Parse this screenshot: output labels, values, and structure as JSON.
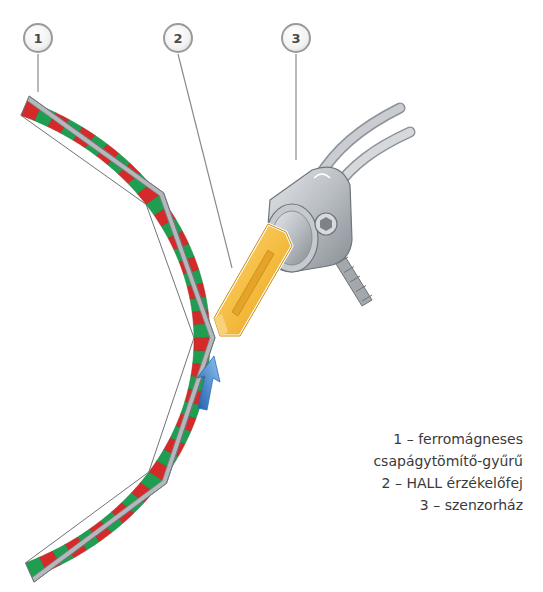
{
  "diagram": {
    "nodes": [
      {
        "text": [
          "1"
        ]
      },
      {
        "text": [
          "2"
        ]
      },
      {
        "text": [
          "3"
        ]
      }
    ],
    "labels": [
      "1 – ferromágneses csapágytömítő-gyűrű",
      "2 – HALL érzékelőfej",
      "3 – szenzorház"
    ]
  }
}
